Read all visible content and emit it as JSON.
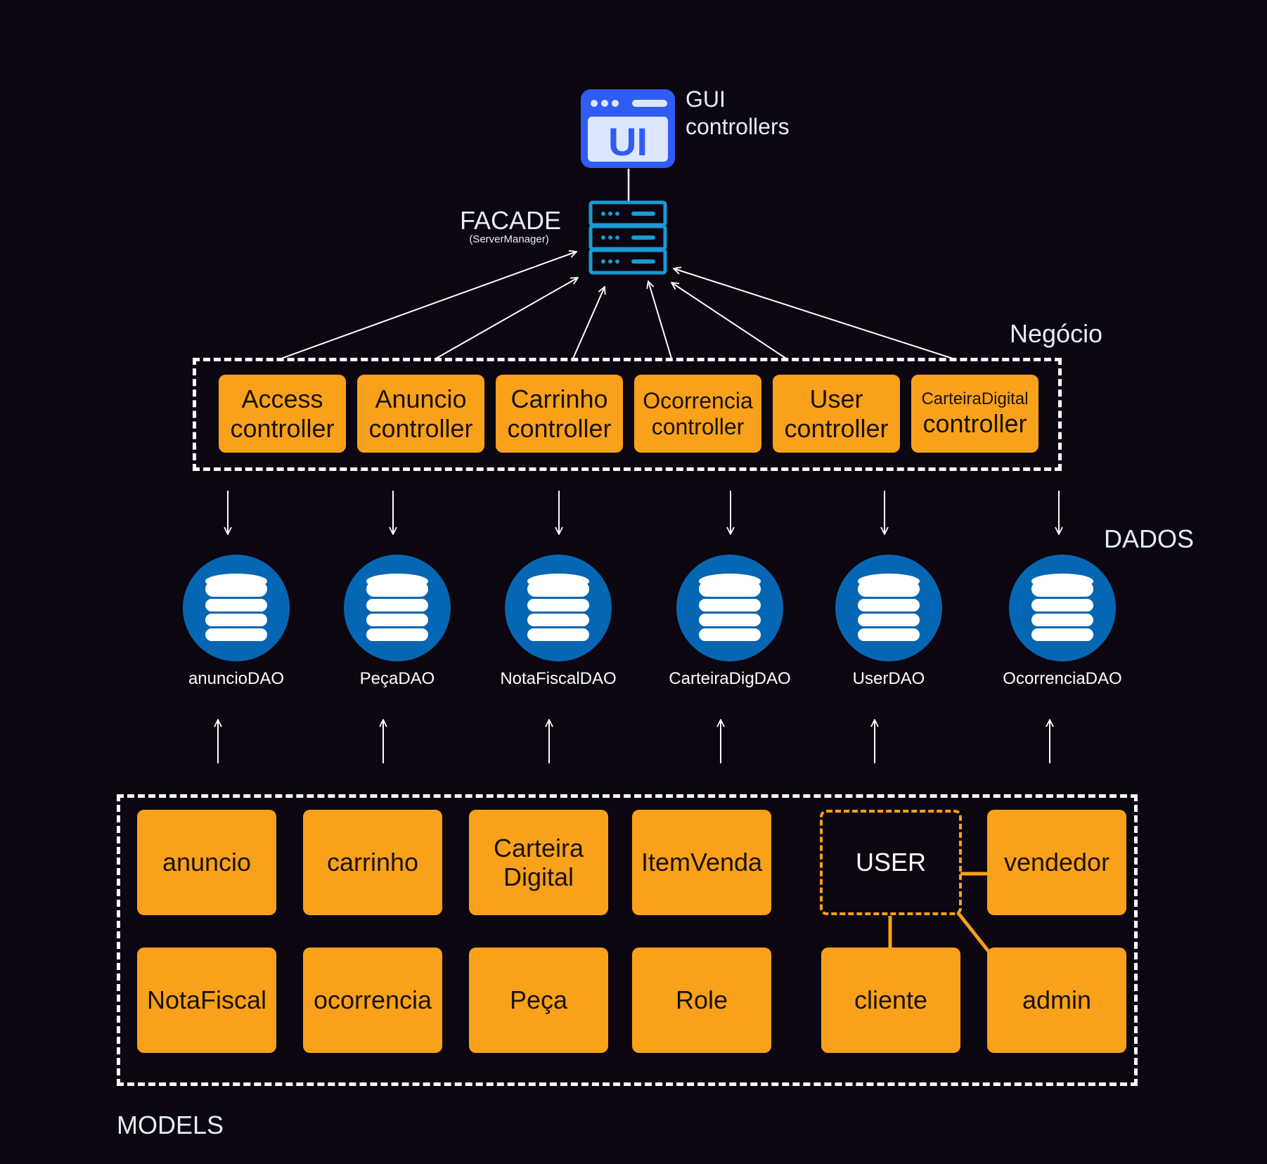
{
  "gui": {
    "title": "GUI",
    "subtitle": "controllers",
    "icon": "ui-window-icon",
    "icon_text": "UI"
  },
  "facade": {
    "title": "FACADE",
    "subtitle": "(ServerManager)",
    "icon": "server-icon"
  },
  "layers": {
    "business": "Negócio",
    "data": "DADOS",
    "models": "MODELS"
  },
  "controllers": [
    {
      "line1": "Access",
      "line2": "controller"
    },
    {
      "line1": "Anuncio",
      "line2": "controller"
    },
    {
      "line1": "Carrinho",
      "line2": "controller"
    },
    {
      "line1": "Ocorrencia",
      "line2": "controller"
    },
    {
      "line1": "User",
      "line2": "controller"
    },
    {
      "line1": "CarteiraDigital",
      "line2": "controller"
    }
  ],
  "daos": [
    {
      "label": "anuncioDAO"
    },
    {
      "label": "PeçaDAO"
    },
    {
      "label": "NotaFiscalDAO"
    },
    {
      "label": "CarteiraDigDAO"
    },
    {
      "label": "UserDAO"
    },
    {
      "label": "OcorrenciaDAO"
    }
  ],
  "models": {
    "anuncio": "anuncio",
    "carrinho": "carrinho",
    "carteira_line1": "Carteira",
    "carteira_line2": "Digital",
    "itemvenda": "ItemVenda",
    "notafiscal": "NotaFiscal",
    "ocorrencia": "ocorrencia",
    "peca": "Peça",
    "role": "Role",
    "user": "USER",
    "vendedor": "vendedor",
    "cliente": "cliente",
    "admin": "admin"
  },
  "colors": {
    "background": "#0c0610",
    "box": "#f9a11a",
    "db": "#0567b3",
    "gui_icon": "#2f5cf2",
    "server_icon": "#1a9ad6",
    "label": "#e6ecf7"
  }
}
